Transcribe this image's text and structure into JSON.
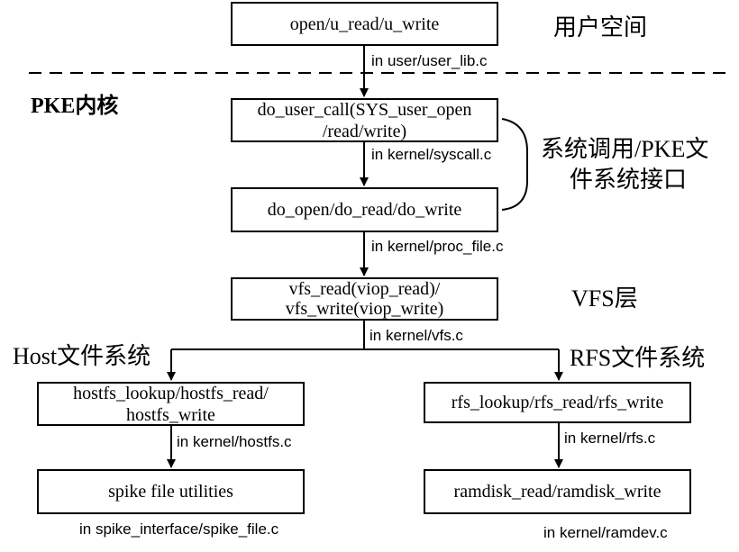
{
  "boxes": {
    "user_call": {
      "line1": "open/u_read/u_write",
      "line2": ""
    },
    "do_user_call": {
      "line1": "do_user_call(SYS_user_open",
      "line2": "/read/write)"
    },
    "do_open": {
      "line1": "do_open/do_read/do_write",
      "line2": ""
    },
    "vfs": {
      "line1": "vfs_read(viop_read)/",
      "line2": "vfs_write(viop_write)"
    },
    "hostfs": {
      "line1": "hostfs_lookup/hostfs_read/",
      "line2": "hostfs_write"
    },
    "rfs": {
      "line1": "rfs_lookup/rfs_read/rfs_write",
      "line2": ""
    },
    "spike": {
      "line1": "spike file utilities",
      "line2": ""
    },
    "ramdisk": {
      "line1": "ramdisk_read/ramdisk_write",
      "line2": ""
    }
  },
  "file_labels": {
    "user_lib": "in user/user_lib.c",
    "syscall": "in kernel/syscall.c",
    "proc_file": "in kernel/proc_file.c",
    "vfs": "in kernel/vfs.c",
    "hostfs": "in kernel/hostfs.c",
    "rfs": "in kernel/rfs.c",
    "spike_file": "in spike_interface/spike_file.c",
    "ramdev": "in kernel/ramdev.c"
  },
  "regions": {
    "user_space": "用户空间",
    "pke_kernel": "PKE内核",
    "syscall_interface_line1": "系统调用/PKE文",
    "syscall_interface_line2": "件系统接口",
    "vfs_layer": "VFS层",
    "host_fs": "Host文件系统",
    "rfs": "RFS文件系统"
  }
}
